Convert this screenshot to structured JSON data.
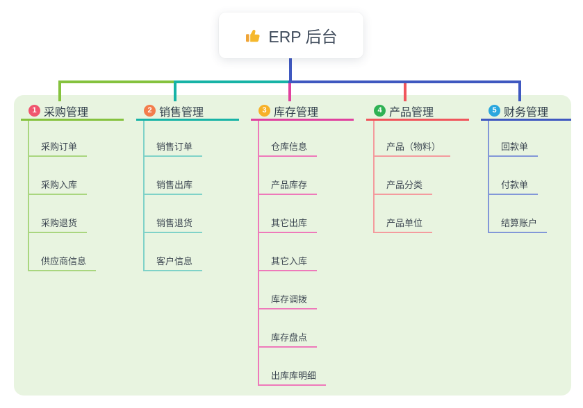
{
  "root": {
    "title": "ERP 后台",
    "icon": "thumbs-up"
  },
  "theme": {
    "panel_bg": "#e8f4e0",
    "node_bg": "#ffffff",
    "root_line_color": "#3f58c0",
    "root_text_color": "#3e4a5a",
    "title_text_color": "#2e3c49",
    "child_text_color": "#3d4752",
    "thumb_color": "#f5b82d",
    "thumb_cuff_color": "#efa436"
  },
  "branches": [
    {
      "number": "1",
      "title": "采购管理",
      "badge_color": "#f0556e",
      "line_color": "#85c23e",
      "child_line_color": "#a9d67f",
      "children": [
        "采购订单",
        "采购入库",
        "采购退货",
        "供应商信息"
      ]
    },
    {
      "number": "2",
      "title": "销售管理",
      "badge_color": "#f37d4c",
      "line_color": "#17b3a6",
      "child_line_color": "#7fd2c8",
      "children": [
        "销售订单",
        "销售出库",
        "销售退货",
        "客户信息"
      ]
    },
    {
      "number": "3",
      "title": "库存管理",
      "badge_color": "#f7b128",
      "line_color": "#e0419e",
      "child_line_color": "#ee79ba",
      "children": [
        "仓库信息",
        "产品库存",
        "其它出库",
        "其它入库",
        "库存调拨",
        "库存盘点",
        "出库库明细"
      ]
    },
    {
      "number": "4",
      "title": "产品管理",
      "badge_color": "#2fb254",
      "line_color": "#f0555c",
      "child_line_color": "#f49b9e",
      "children": [
        "产品（物料）",
        "产品分类",
        "产品单位"
      ]
    },
    {
      "number": "5",
      "title": "财务管理",
      "badge_color": "#2aa7de",
      "line_color": "#3f58c0",
      "child_line_color": "#8297d8",
      "children": [
        "回款单",
        "付款单",
        "结算账户"
      ]
    }
  ]
}
